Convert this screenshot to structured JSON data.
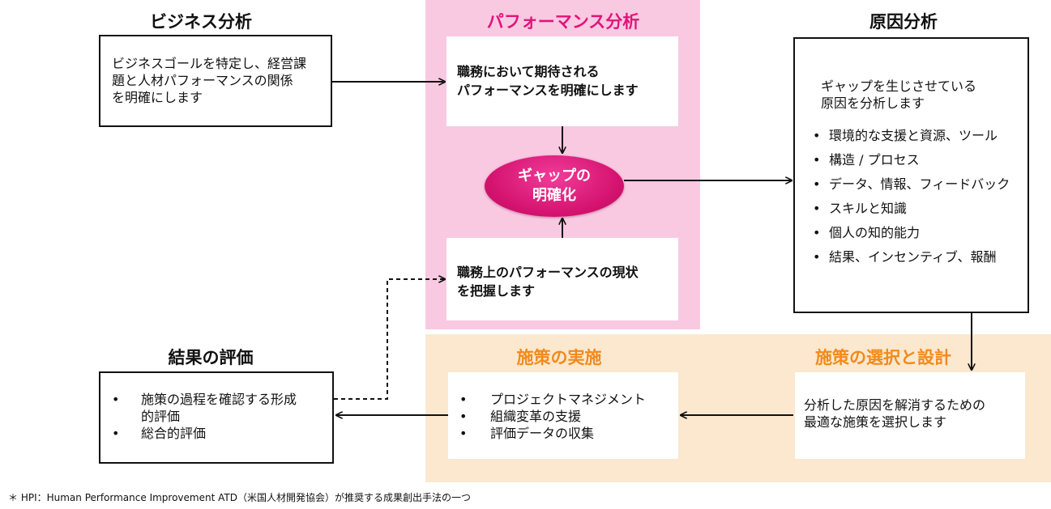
{
  "business": {
    "title": "ビジネス分析",
    "line1": "ビジネスゴールを特定し、経営課",
    "line2": "題と人材パフォーマンスの関係",
    "line3": "を明確にします"
  },
  "performance": {
    "title": "パフォーマンス分析",
    "expected_line1": "職務において期待される",
    "expected_line2": "パフォーマンスを明確にします",
    "gap_line1": "ギャップの",
    "gap_line2": "明確化",
    "current_line1": "職務上のパフォーマンスの現状",
    "current_line2": "を把握します"
  },
  "cause": {
    "title": "原因分析",
    "line1": "ギャップを生じさせている",
    "line2": "原因を分析します",
    "items": [
      "環境的な支援と資源、ツール",
      "構造 / プロセス",
      "データ、情報、フィードバック",
      "スキルと知識",
      "個人の知的能力",
      "結果、インセンティブ、報酬"
    ]
  },
  "design": {
    "title": "施策の選択と設計",
    "line1": "分析した原因を解消するための",
    "line2": "最適な施策を選択します"
  },
  "implementation": {
    "title": "施策の実施",
    "items": [
      "プロジェクトマネジメント",
      "組織変革の支援",
      "評価データの収集"
    ]
  },
  "evaluation": {
    "title": "結果の評価",
    "item1_line1": "施策の過程を確認する形成",
    "item1_line2": "的評価",
    "item2": "総合的評価"
  },
  "footnote": "＊ HPI：Human Performance Improvement ATD（米国人材開発協会）が推奨する成果創出手法の一つ",
  "colors": {
    "pink_panel": "#f9c9e2",
    "orange_panel": "#fbe8cf",
    "magenta": "#e0147a",
    "orange": "#f28a1c"
  }
}
